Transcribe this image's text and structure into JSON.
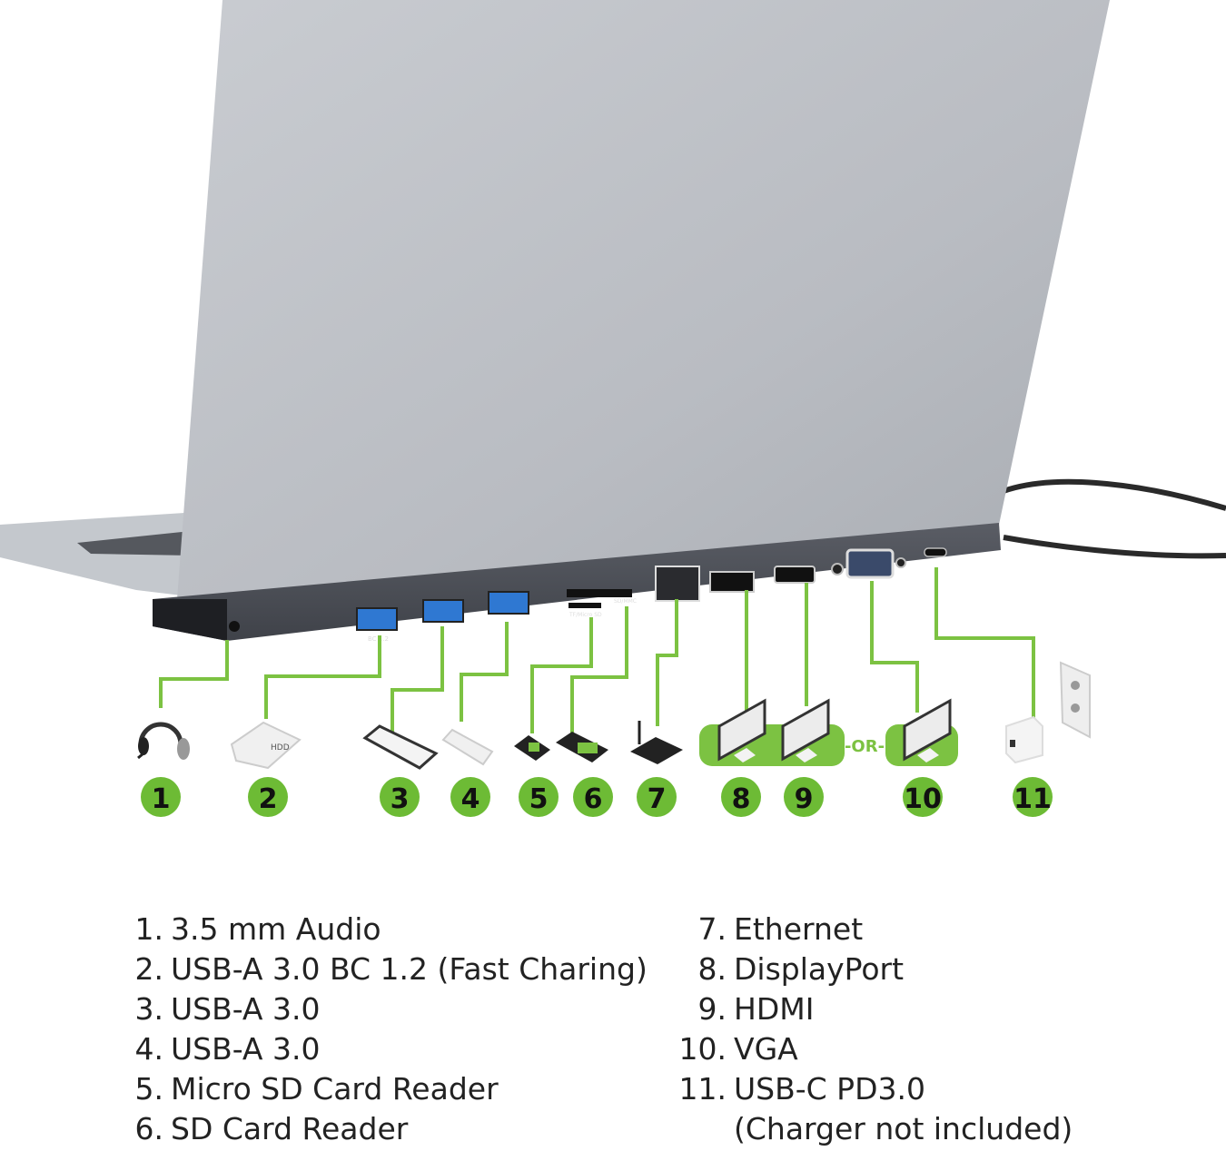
{
  "colors": {
    "accent_green": "#7cc242",
    "circle_green": "#6dbb35",
    "dock": "#4a4d55",
    "laptop": "#bfc3c8"
  },
  "callouts": [
    {
      "num": "1",
      "icon": "headphones-icon"
    },
    {
      "num": "2",
      "icon": "hdd-icon"
    },
    {
      "num": "3",
      "icon": "phone-icon"
    },
    {
      "num": "4",
      "icon": "usb-stick-icon"
    },
    {
      "num": "5",
      "icon": "micro-sd-icon"
    },
    {
      "num": "6",
      "icon": "sd-card-icon"
    },
    {
      "num": "7",
      "icon": "router-icon"
    },
    {
      "num": "8",
      "icon": "monitor-icon"
    },
    {
      "num": "9",
      "icon": "monitor-icon"
    },
    {
      "num": "10",
      "icon": "monitor-icon"
    },
    {
      "num": "11",
      "icon": "charger-icon"
    }
  ],
  "or_label": "-OR-",
  "port_labels": {
    "usb_bc": "BC 1.2",
    "sd": "SD/MMC",
    "tf": "TF/Micro SD"
  },
  "list": [
    {
      "num": "1.",
      "text": "3.5 mm Audio"
    },
    {
      "num": "2.",
      "text": "USB-A 3.0 BC 1.2 (Fast Charing)"
    },
    {
      "num": "3.",
      "text": "USB-A 3.0"
    },
    {
      "num": "4.",
      "text": "USB-A 3.0"
    },
    {
      "num": "5.",
      "text": "Micro SD Card Reader"
    },
    {
      "num": "6.",
      "text": "SD Card Reader"
    },
    {
      "num": "7.",
      "text": "Ethernet"
    },
    {
      "num": "8.",
      "text": "DisplayPort"
    },
    {
      "num": "9.",
      "text": "HDMI"
    },
    {
      "num": "10.",
      "text": "VGA"
    },
    {
      "num": "11.",
      "text": "USB-C PD3.0"
    },
    {
      "num": "",
      "text": "(Charger not included)"
    }
  ]
}
